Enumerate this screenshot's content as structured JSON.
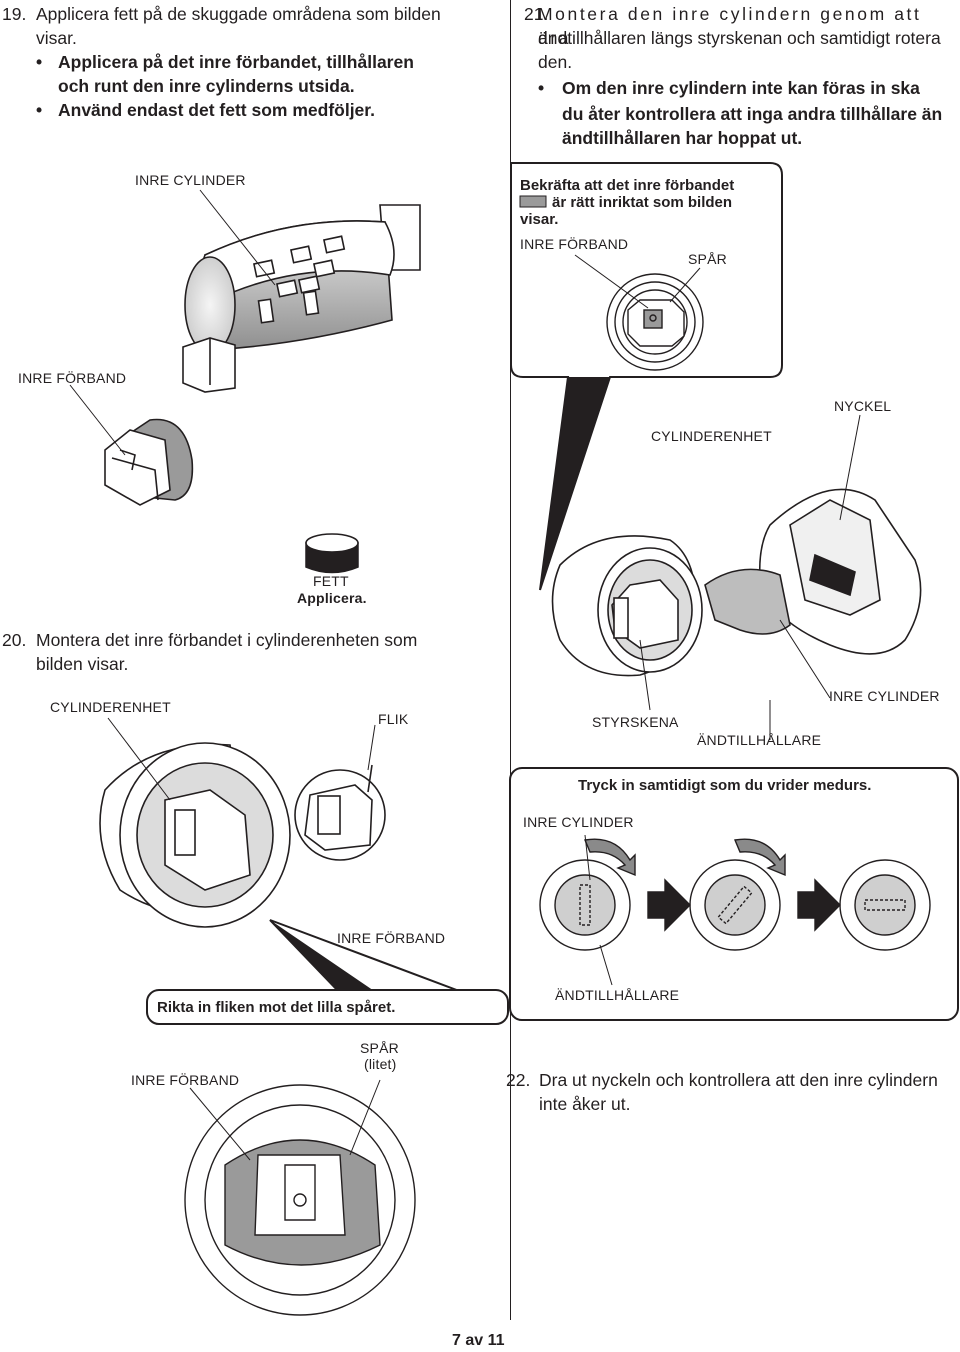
{
  "step19": {
    "number": "19.",
    "title": "Applicera fett på de skuggade områdena som bilden",
    "title2": "visar.",
    "bullets": [
      "Applicera på det inre förbandet, tillhållaren",
      "och runt den inre cylinderns utsida.",
      "Använd endast det fett som medföljer."
    ],
    "labels": {
      "inre_cylinder": "INRE CYLINDER",
      "inre_forband": "INRE FÖRBAND",
      "fett": "FETT",
      "applicera": "Applicera."
    }
  },
  "step20": {
    "number": "20.",
    "title": "Montera det inre förbandet i cylinderenheten som",
    "title2": "bilden visar.",
    "labels": {
      "cylinderenhet": "CYLINDERENHET",
      "flik": "FLIK",
      "inre_forband": "INRE FÖRBAND",
      "spar": "SPÅR",
      "litet": "(litet)"
    },
    "callout": "Rikta in fliken mot det lilla spåret."
  },
  "step21": {
    "number": "21.",
    "title": "Montera den inre cylindern genom att dra",
    "title2": "ändtillhållaren längs styrskenan och samtidigt rotera",
    "title3": "den.",
    "bullet_lines": [
      "Om den inre cylindern inte kan föras in ska",
      "du åter kontrollera att inga andra tillhållare än",
      "ändtillhållaren har hoppat ut."
    ],
    "confirm_box": {
      "line1": "Bekräfta att det inre förbandet",
      "line2": "är rätt inriktat som bilden",
      "line3": "visar.",
      "inre_forband": "INRE FÖRBAND",
      "spar": "SPÅR"
    },
    "labels": {
      "nyckel": "NYCKEL",
      "cylinderenhet": "CYLINDERENHET",
      "styrskena": "STYRSKENA",
      "andtillhallare": "ÄNDTILLHÅLLARE",
      "inre_cylinder": "INRE CYLINDER"
    },
    "push_box": {
      "text": "Tryck in samtidigt som du vrider medurs.",
      "inre_cylinder": "INRE CYLINDER",
      "andtillhallare": "ÄNDTILLHÅLLARE"
    }
  },
  "step22": {
    "number": "22.",
    "title": "Dra ut nyckeln och kontrollera att den inre cylindern",
    "title2": "inte åker ut."
  },
  "footer": {
    "page": "7 av 11"
  }
}
